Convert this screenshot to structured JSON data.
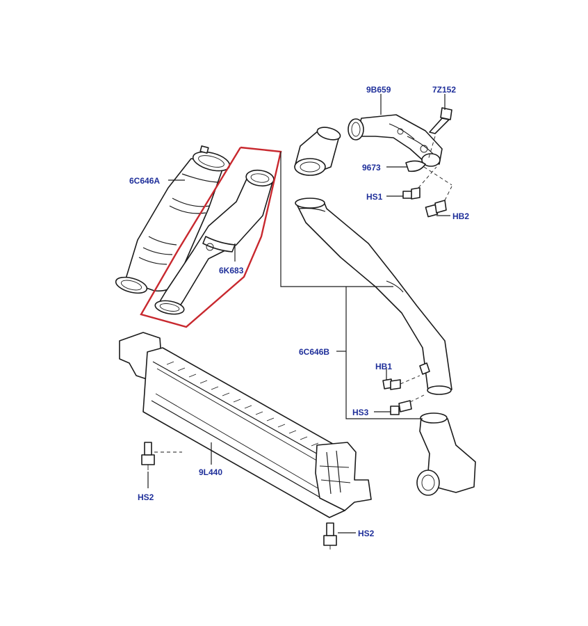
{
  "accent_color": "#1f2f9a",
  "highlight_color": "#c8282e",
  "callouts": {
    "p_9B659": "9B659",
    "p_7Z152": "7Z152",
    "p_9673": "9673",
    "p_HS1": "HS1",
    "p_HB2": "HB2",
    "p_6C646A": "6C646A",
    "p_6K683": "6K683",
    "p_6C646B": "6C646B",
    "p_HB1": "HB1",
    "p_HS3": "HS3",
    "p_9L440": "9L440",
    "p_HS2_left": "HS2",
    "p_HS2_bottom": "HS2"
  },
  "highlighted_part": "6K683"
}
